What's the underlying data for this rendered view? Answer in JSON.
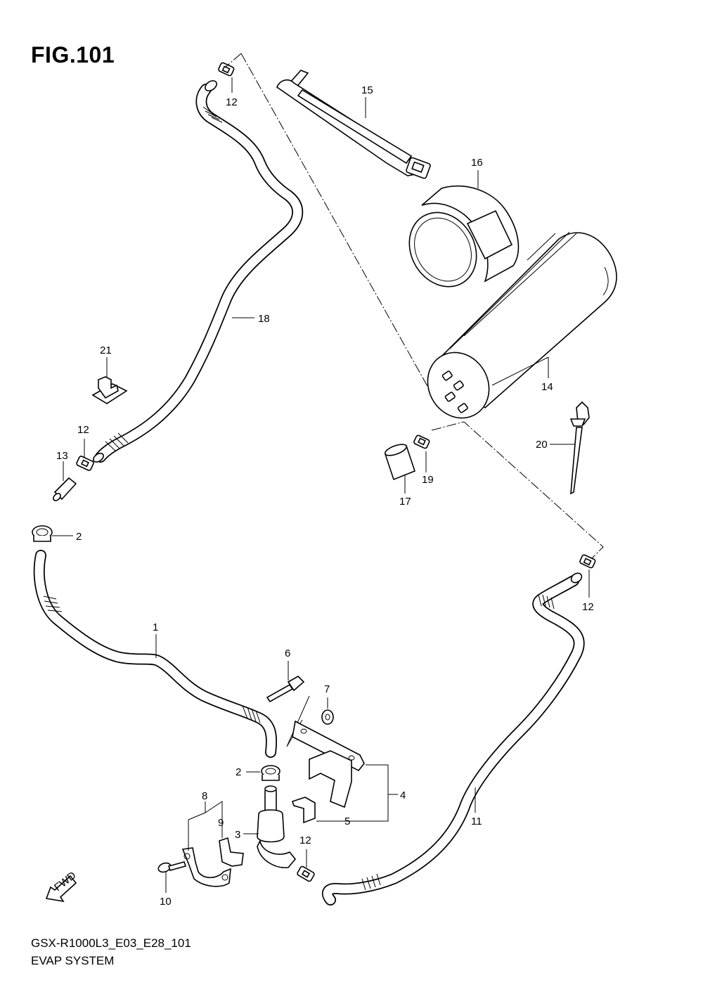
{
  "figure": {
    "title": "FIG.101",
    "model_code": "GSX-R1000L3_E03_E28_101",
    "system_name": "EVAP SYSTEM",
    "fwd_label": "FWD"
  },
  "callouts": {
    "c1": "1",
    "c2a": "2",
    "c2b": "2",
    "c3": "3",
    "c4": "4",
    "c5": "5",
    "c6": "6",
    "c7": "7",
    "c8": "8",
    "c9": "9",
    "c10": "10",
    "c11": "11",
    "c12a": "12",
    "c12b": "12",
    "c12c": "12",
    "c12d": "12",
    "c13": "13",
    "c14": "14",
    "c15": "15",
    "c16": "16",
    "c17": "17",
    "c18": "18",
    "c19": "19",
    "c20": "20",
    "c21": "21"
  }
}
